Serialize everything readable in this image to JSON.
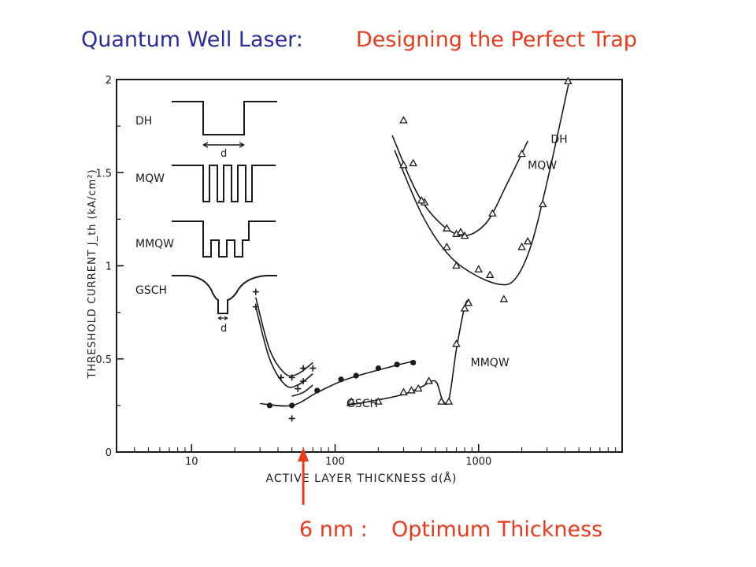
{
  "title": {
    "part1": "Quantum Well  Laser:",
    "part2": "Designing the Perfect Trap",
    "color1": "#2b2b9e",
    "color2": "#e83a1c"
  },
  "caption": {
    "part1": "6 nm :",
    "part2": "Optimum Thickness",
    "color": "#e83a1c"
  },
  "chart_data": {
    "type": "scatter",
    "xlabel": "ACTIVE LAYER THICKNESS d(Å)",
    "ylabel": "THRESHOLD CURRENT J_th (kA/cm²)",
    "x_scale": "log",
    "xlim": [
      3,
      10000
    ],
    "ylim": [
      0,
      2
    ],
    "x_ticks": [
      10,
      100,
      1000
    ],
    "x_tick_labels": [
      "10",
      "100",
      "1000"
    ],
    "y_ticks": [
      0,
      0.5,
      1,
      1.5,
      2
    ],
    "y_tick_labels": [
      "0",
      "0.5",
      "1",
      "1.5",
      "2"
    ],
    "grid": false,
    "inset_labels": [
      "DH",
      "MQW",
      "MMQW",
      "GSCH"
    ],
    "inset_d_label": "d",
    "series": [
      {
        "name": "DH",
        "marker": "triangle",
        "points": [
          [
            300,
            1.54
          ],
          [
            350,
            1.55
          ],
          [
            420,
            1.34
          ],
          [
            600,
            1.2
          ],
          [
            700,
            1.17
          ],
          [
            800,
            1.16
          ],
          [
            600,
            1.1
          ],
          [
            700,
            1.0
          ],
          [
            1000,
            0.98
          ],
          [
            1200,
            0.95
          ],
          [
            1500,
            0.82
          ],
          [
            2000,
            1.1
          ],
          [
            2200,
            1.13
          ],
          [
            2800,
            1.33
          ],
          [
            4200,
            1.99
          ]
        ],
        "curve": [
          [
            260,
            1.62
          ],
          [
            400,
            1.28
          ],
          [
            600,
            1.07
          ],
          [
            900,
            0.96
          ],
          [
            1400,
            0.9
          ],
          [
            1800,
            0.93
          ],
          [
            2300,
            1.1
          ],
          [
            3000,
            1.45
          ],
          [
            4300,
            2.0
          ]
        ]
      },
      {
        "name": "MQW",
        "marker": "triangle",
        "points": [
          [
            300,
            1.78
          ],
          [
            400,
            1.35
          ],
          [
            750,
            1.18
          ],
          [
            1250,
            1.28
          ],
          [
            2000,
            1.6
          ]
        ],
        "curve": [
          [
            250,
            1.7
          ],
          [
            400,
            1.35
          ],
          [
            700,
            1.17
          ],
          [
            1100,
            1.22
          ],
          [
            1600,
            1.45
          ],
          [
            2200,
            1.67
          ]
        ]
      },
      {
        "name": "MMQW",
        "marker": "triangle",
        "points": [
          [
            130,
            0.27
          ],
          [
            200,
            0.27
          ],
          [
            300,
            0.32
          ],
          [
            340,
            0.33
          ],
          [
            380,
            0.34
          ],
          [
            450,
            0.38
          ],
          [
            550,
            0.27
          ],
          [
            620,
            0.27
          ],
          [
            700,
            0.58
          ],
          [
            800,
            0.77
          ],
          [
            850,
            0.8
          ]
        ],
        "curve": [
          [
            120,
            0.25
          ],
          [
            200,
            0.28
          ],
          [
            300,
            0.31
          ],
          [
            400,
            0.35
          ],
          [
            500,
            0.38
          ],
          [
            560,
            0.28
          ],
          [
            620,
            0.28
          ],
          [
            700,
            0.55
          ],
          [
            800,
            0.78
          ],
          [
            860,
            0.82
          ]
        ]
      },
      {
        "name": "GSCH",
        "marker": "filled-circle",
        "points": [
          [
            35,
            0.25
          ],
          [
            50,
            0.25
          ],
          [
            75,
            0.33
          ],
          [
            110,
            0.39
          ],
          [
            140,
            0.41
          ],
          [
            200,
            0.45
          ],
          [
            270,
            0.47
          ],
          [
            350,
            0.48
          ]
        ],
        "curve": [
          [
            30,
            0.26
          ],
          [
            50,
            0.25
          ],
          [
            75,
            0.32
          ],
          [
            110,
            0.38
          ],
          [
            160,
            0.42
          ],
          [
            250,
            0.46
          ],
          [
            360,
            0.49
          ]
        ]
      },
      {
        "name": "",
        "marker": "plus",
        "points": [
          [
            28,
            0.86
          ],
          [
            28,
            0.78
          ],
          [
            42,
            0.4
          ],
          [
            50,
            0.4
          ],
          [
            55,
            0.34
          ],
          [
            60,
            0.38
          ],
          [
            70,
            0.45
          ],
          [
            60,
            0.45
          ],
          [
            50,
            0.18
          ]
        ],
        "curve": [
          [
            28,
            0.83
          ],
          [
            35,
            0.55
          ],
          [
            45,
            0.42
          ],
          [
            55,
            0.42
          ],
          [
            70,
            0.48
          ]
        ]
      },
      {
        "name": "",
        "marker": "plus",
        "points": [],
        "curve": [
          [
            28,
            0.78
          ],
          [
            35,
            0.5
          ],
          [
            45,
            0.36
          ],
          [
            55,
            0.36
          ],
          [
            70,
            0.42
          ]
        ]
      },
      {
        "name": "",
        "marker": "plus",
        "points": [],
        "curve": [
          [
            50,
            0.3
          ],
          [
            60,
            0.32
          ],
          [
            70,
            0.36
          ]
        ]
      }
    ],
    "annotation": {
      "text": "6 nm : Optimum Thickness",
      "x": 60,
      "color": "#e83a1c"
    }
  }
}
